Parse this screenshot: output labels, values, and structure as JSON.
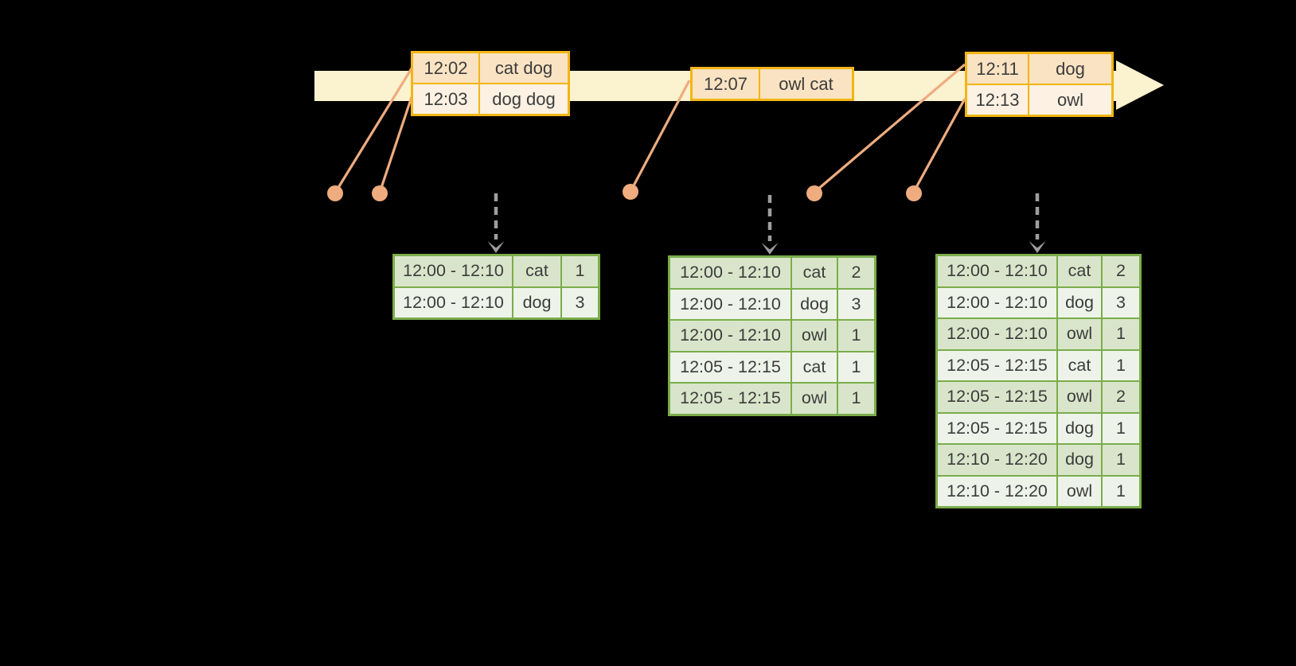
{
  "timeline": {
    "event_tables": [
      {
        "name": "event-table-1",
        "rows": [
          {
            "time": "12:02",
            "words": "cat dog"
          },
          {
            "time": "12:03",
            "words": "dog dog"
          }
        ]
      },
      {
        "name": "event-table-2",
        "rows": [
          {
            "time": "12:07",
            "words": "owl cat"
          }
        ]
      },
      {
        "name": "event-table-3",
        "rows": [
          {
            "time": "12:11",
            "words": "dog"
          },
          {
            "time": "12:13",
            "words": "owl"
          }
        ]
      }
    ]
  },
  "result_tables": [
    {
      "name": "result-table-1",
      "rows": [
        {
          "window": "12:00 - 12:10",
          "word": "cat",
          "count": "1"
        },
        {
          "window": "12:00 - 12:10",
          "word": "dog",
          "count": "3"
        }
      ]
    },
    {
      "name": "result-table-2",
      "rows": [
        {
          "window": "12:00 - 12:10",
          "word": "cat",
          "count": "2"
        },
        {
          "window": "12:00 - 12:10",
          "word": "dog",
          "count": "3"
        },
        {
          "window": "12:00 - 12:10",
          "word": "owl",
          "count": "1"
        },
        {
          "window": "12:05 - 12:15",
          "word": "cat",
          "count": "1"
        },
        {
          "window": "12:05 - 12:15",
          "word": "owl",
          "count": "1"
        }
      ]
    },
    {
      "name": "result-table-3",
      "rows": [
        {
          "window": "12:00 - 12:10",
          "word": "cat",
          "count": "2"
        },
        {
          "window": "12:00 - 12:10",
          "word": "dog",
          "count": "3"
        },
        {
          "window": "12:00 - 12:10",
          "word": "owl",
          "count": "1"
        },
        {
          "window": "12:05 - 12:15",
          "word": "cat",
          "count": "1"
        },
        {
          "window": "12:05 - 12:15",
          "word": "owl",
          "count": "2"
        },
        {
          "window": "12:05 - 12:15",
          "word": "dog",
          "count": "1"
        },
        {
          "window": "12:10 - 12:20",
          "word": "dog",
          "count": "1"
        },
        {
          "window": "12:10 - 12:20",
          "word": "owl",
          "count": "1"
        }
      ]
    }
  ],
  "colors": {
    "background": "#000000",
    "timeline_band": "#FBF2CF",
    "event_table_border": "#F2B515",
    "event_row_dark": "#FAE3C2",
    "event_row_light": "#FCF1E2",
    "connector": "#EEAC7F",
    "trigger_arrow": "#9E9E9E",
    "result_table_border": "#7BAD4B",
    "result_row_dark": "#D9E5CA",
    "result_row_light": "#EEF3E9",
    "text": "#3C3C3C"
  }
}
